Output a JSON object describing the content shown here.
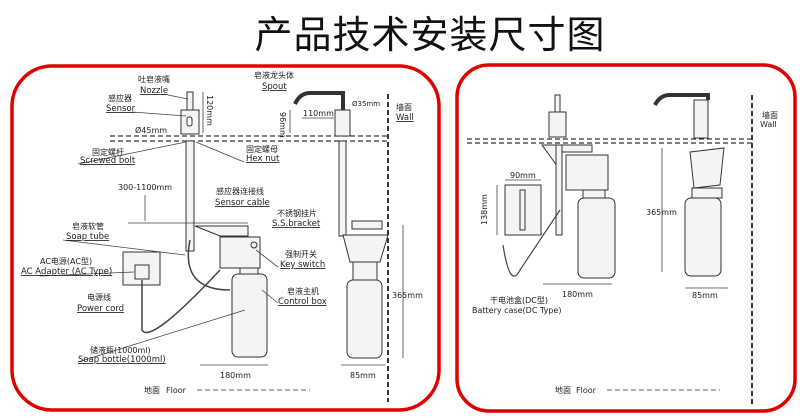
{
  "title": "产品技术安装尺寸图",
  "colors": {
    "border": "#e00000",
    "line": "#333333"
  },
  "left_panel": {
    "nozzle": {
      "cn": "吐皂液嘴",
      "en": "Nozzle"
    },
    "sensor": {
      "cn": "感应器",
      "en": "Sensor"
    },
    "spout": {
      "cn": "皂液龙头体",
      "en": "Spout"
    },
    "wall": {
      "cn": "墙面",
      "en": "Wall"
    },
    "screwed_bolt": {
      "cn": "固定螺杆",
      "en": "Screwed bolt"
    },
    "hex_nut": {
      "cn": "固定螺母",
      "en": "Hex nut"
    },
    "sensor_cable": {
      "cn": "感应器连接线",
      "en": "Sensor cable"
    },
    "ss_bracket": {
      "cn": "不锈钢挂片",
      "en": "S.S.bracket"
    },
    "soap_tube": {
      "cn": "皂液软管",
      "en": "Soap tube"
    },
    "ac_adapter": {
      "cn": "AC电源(AC型)",
      "en": "AC Adapter (AC Type)"
    },
    "key_switch": {
      "cn": "强制开关",
      "en": "Key switch"
    },
    "control_box": {
      "cn": "皂液主机",
      "en": "Control box"
    },
    "power_cord": {
      "cn": "电源线",
      "en": "Power cord"
    },
    "soap_bottle": {
      "cn": "储液瓶(1000ml)",
      "en": "Soap bottle(1000ml)"
    },
    "floor": {
      "cn": "地面",
      "en": "Floor"
    },
    "dims": {
      "sensor_dia": "Ø45mm",
      "sensor_height": "120mm",
      "spout_height": "96mm",
      "spout_reach": "110mm",
      "spout_dia": "Ø35mm",
      "counter_range": "300-1100mm",
      "width_front": "180mm",
      "width_side": "85mm",
      "height": "365mm"
    }
  },
  "right_panel": {
    "wall": {
      "cn": "墙面",
      "en": "Wall"
    },
    "battery_case": {
      "cn": "干电池盒(DC型)",
      "en": "Battery case(DC Type)"
    },
    "floor": {
      "cn": "地面",
      "en": "Floor"
    },
    "dims": {
      "battery_width": "90mm",
      "battery_height": "138mm",
      "width_front": "180mm",
      "height": "365mm",
      "width_side": "85mm"
    }
  }
}
